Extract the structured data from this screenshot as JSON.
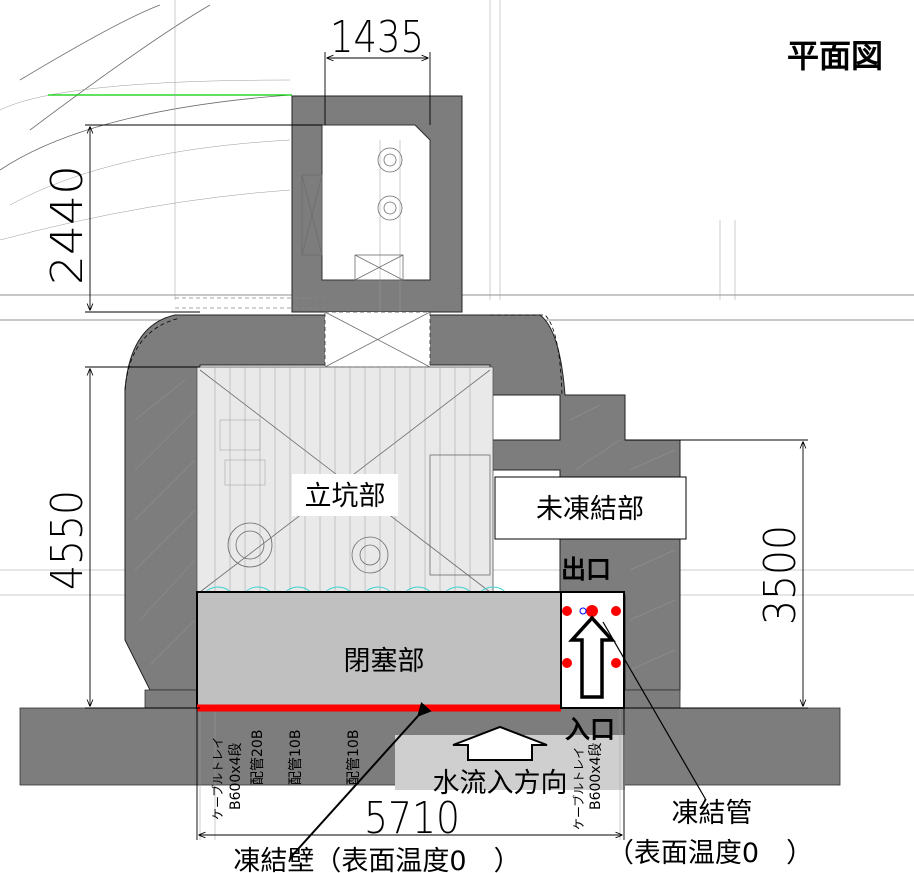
{
  "title": "平面図",
  "labels": {
    "shaft": "立坑部",
    "unfrozen": "未凍結部",
    "plug": "閉塞部",
    "outlet": "出口",
    "inlet": "入口",
    "water_inflow": "水流入方向",
    "freeze_pipe": "凍結管",
    "freeze_pipe_temp": "（表面温度0　）",
    "freeze_wall": "凍結壁（表面温度0　）"
  },
  "dimensions": {
    "top_width": "1435",
    "upper_height": "2440",
    "left_height": "4550",
    "right_height": "3500",
    "bottom_width": "5710"
  },
  "vertical_texts": {
    "cable_tray_1": "ケーブルトレイ",
    "cable_tray_2": "B600x4段",
    "pipe_20b": "配管20B",
    "pipe_10b_a": "配管10B",
    "pipe_10b_b": "配管10B",
    "cable_tray_3": "ケーブルトレイ",
    "cable_tray_4": "B600x4段"
  },
  "colors": {
    "concrete": "#7d7d7d",
    "plug_fill": "#c0c0c0",
    "freeze_wall_line": "#ff0000",
    "freeze_pipe_dot": "#ff0000",
    "green_line": "#00d000",
    "cyan_circles": "#40d0d0"
  }
}
